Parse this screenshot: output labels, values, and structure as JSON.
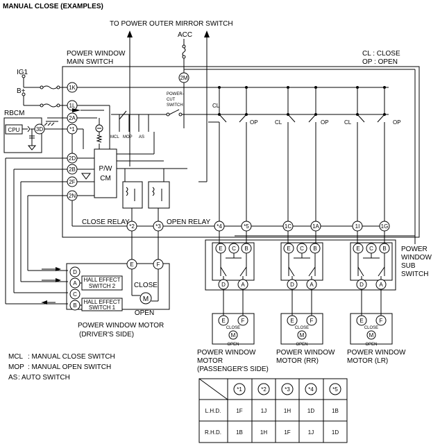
{
  "title": "MANUAL CLOSE (EXAMPLES)",
  "labels": {
    "to_mirror": "TO POWER OUTER MIRROR SWITCH",
    "acc": "ACC",
    "main_switch_1": "POWER WINDOW",
    "main_switch_2": "MAIN SWITCH",
    "cl_close": "CL : CLOSE",
    "op_open": "OP : OPEN",
    "ig1": "IG1",
    "bplus": "B+",
    "rbcm": "RBCM",
    "cpu": "CPU",
    "power_cut_1": "POWER-",
    "power_cut_2": "CUT",
    "power_cut_3": "SWITCH",
    "mcl": "MCL",
    "mop": "MOP",
    "as": "AS",
    "pwcm_1": "P/W",
    "pwcm_2": "CM",
    "cl": "CL",
    "op": "OP",
    "close_relay": "CLOSE RELAY",
    "open_relay": "OPEN RELAY",
    "hall2_1": "HALL EFFECT",
    "hall2_2": "SWITCH 2",
    "hall1_1": "HALL EFFECT",
    "hall1_2": "SWITCH 1",
    "close": "CLOSE",
    "open": "OPEN",
    "motor": "M",
    "pwm_driver_1": "POWER WINDOW MOTOR",
    "pwm_driver_2": "(DRIVER'S SIDE)",
    "sub_1": "POWER",
    "sub_2": "WINDOW",
    "sub_3": "SUB",
    "sub_4": "SWITCH",
    "motor_pass_1": "POWER WINDOW",
    "motor_pass_2": "MOTOR",
    "motor_pass_3": "(PASSENGER'S SIDE)",
    "motor_rr_1": "POWER WINDOW",
    "motor_rr_2": "MOTOR (RR)",
    "motor_lr_1": "POWER WINDOW",
    "motor_lr_2": "MOTOR (LR)"
  },
  "terminals": {
    "t1k": "1K",
    "t1l": "1L",
    "t2a": "2A",
    "t3d": "3D",
    "s1": "*1",
    "t2d": "2D",
    "t2b": "2B",
    "t2f": "2F",
    "t2n": "2N",
    "t2m": "2M",
    "s2": "*2",
    "s3": "*3",
    "s4": "*4",
    "s5": "*5",
    "t1c": "1C",
    "t1a": "1A",
    "t1i": "1I",
    "t1g": "1G",
    "e": "E",
    "c": "C",
    "b": "B",
    "d": "D",
    "a": "A",
    "f": "F"
  },
  "legend": [
    {
      "abbr": "MCL",
      "text": ": MANUAL CLOSE SWITCH"
    },
    {
      "abbr": "MOP",
      "text": ": MANUAL OPEN SWITCH"
    },
    {
      "abbr": "AS",
      "text": "  : AUTO SWITCH"
    }
  ],
  "table": {
    "headers": [
      "*1",
      "*2",
      "*3",
      "*4",
      "*5"
    ],
    "rows": [
      {
        "label": "L.H.D.",
        "cells": [
          "1F",
          "1J",
          "1H",
          "1D",
          "1B"
        ]
      },
      {
        "label": "R.H.D.",
        "cells": [
          "1B",
          "1H",
          "1F",
          "1J",
          "1D"
        ]
      }
    ]
  }
}
